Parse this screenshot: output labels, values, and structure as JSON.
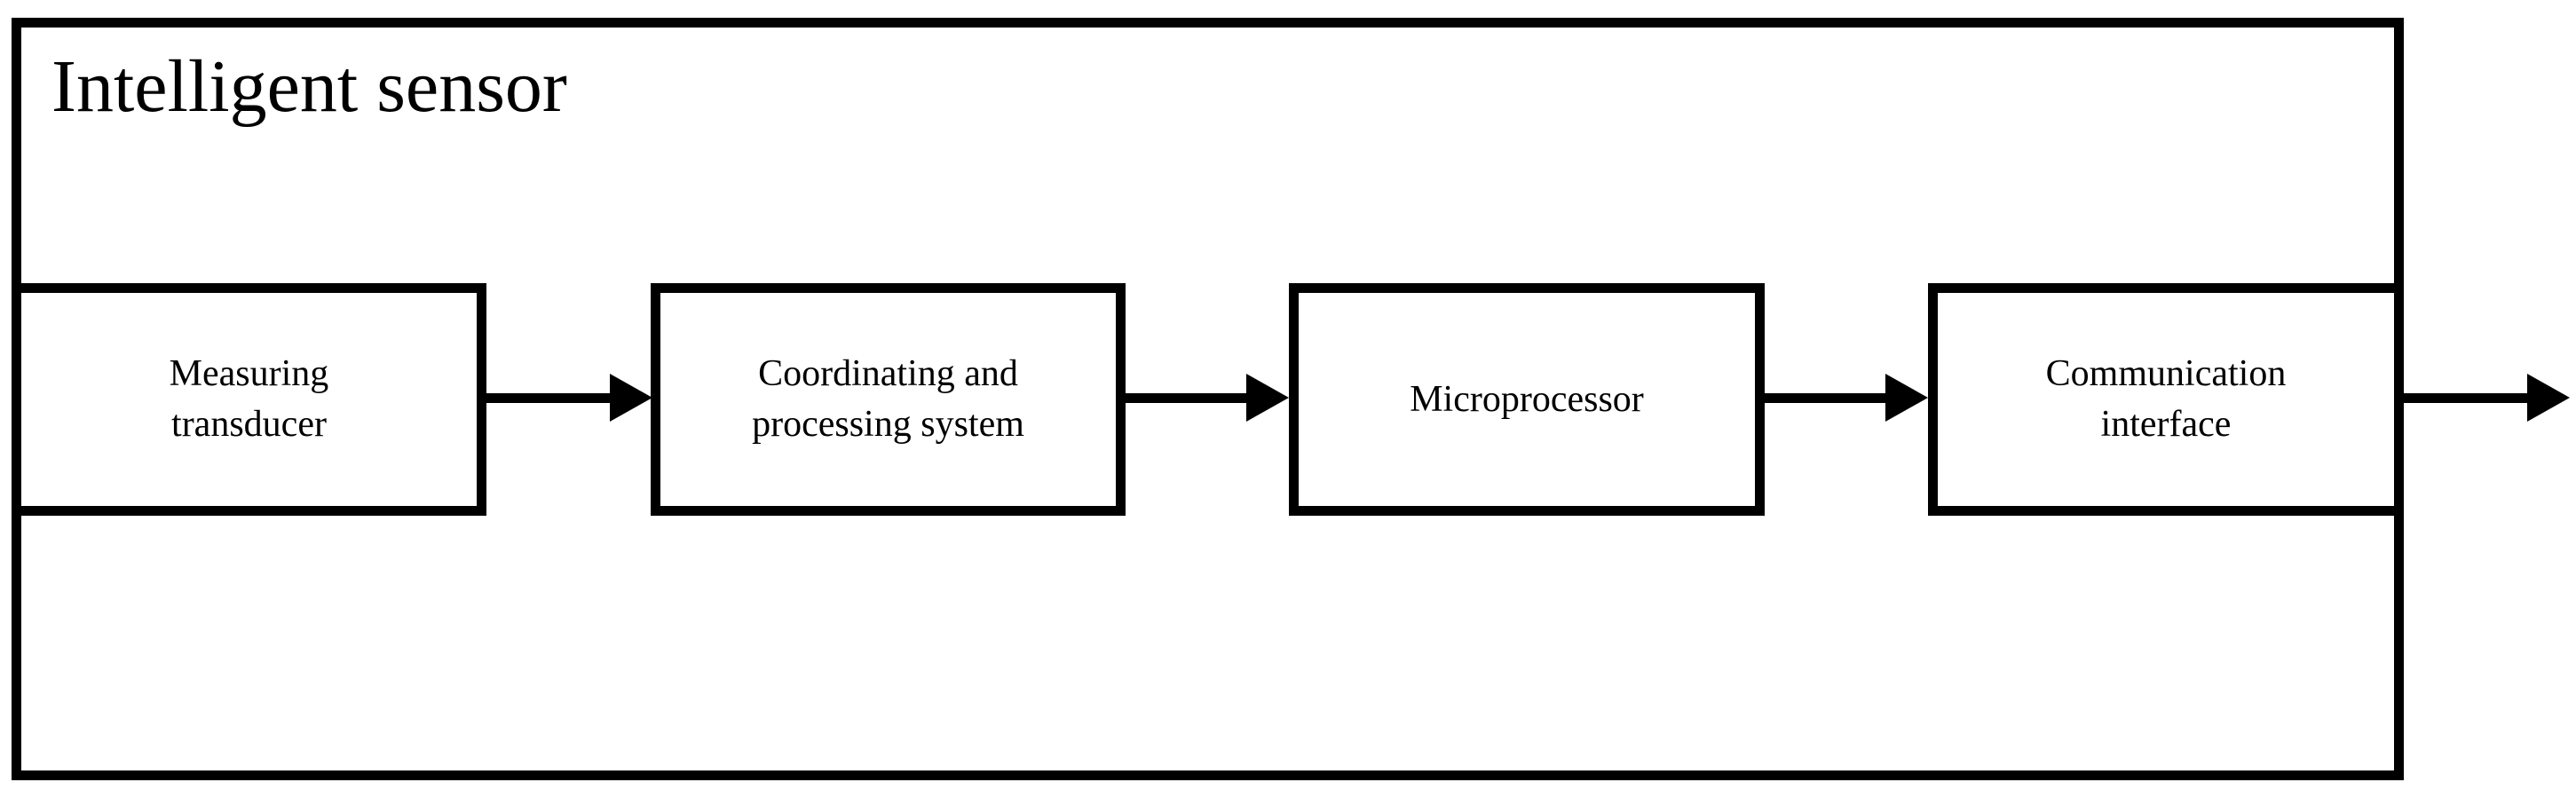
{
  "diagram": {
    "title": "Intelligent sensor",
    "blocks": [
      {
        "id": "measuring-transducer",
        "label": "Measuring\ntransducer"
      },
      {
        "id": "coordinating-processing-system",
        "label": "Coordinating and\nprocessing system"
      },
      {
        "id": "microprocessor",
        "label": "Microprocessor"
      },
      {
        "id": "communication-interface",
        "label": "Communication\ninterface"
      }
    ],
    "connections": [
      {
        "from": "measuring-transducer",
        "to": "coordinating-processing-system"
      },
      {
        "from": "coordinating-processing-system",
        "to": "microprocessor"
      },
      {
        "from": "microprocessor",
        "to": "communication-interface"
      },
      {
        "from": "communication-interface",
        "to": "output"
      }
    ],
    "colors": {
      "line": "#000000",
      "background": "#ffffff"
    }
  }
}
